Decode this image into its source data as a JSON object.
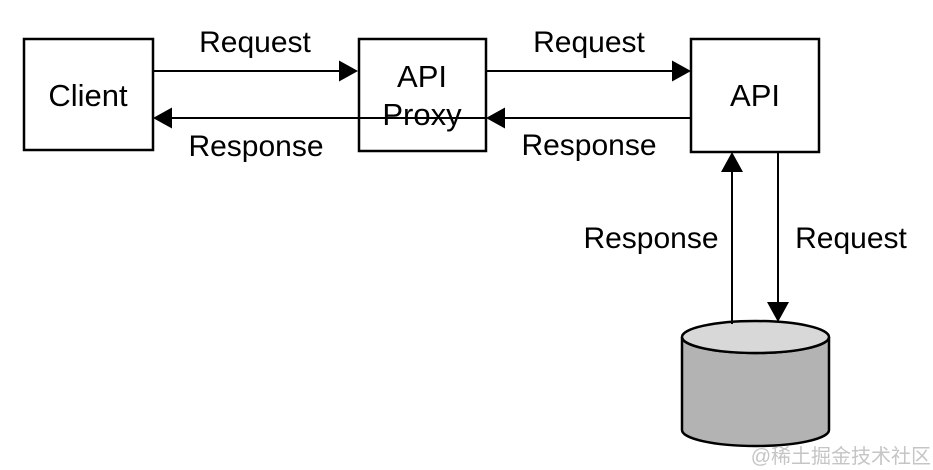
{
  "diagram": {
    "title": "API proxy architecture diagram",
    "nodes": {
      "client": {
        "label": "Client"
      },
      "proxy": {
        "label_line1": "API",
        "label_line2": "Proxy"
      },
      "api": {
        "label": "API"
      },
      "database": {
        "shape": "cylinder"
      }
    },
    "edges": {
      "client_to_proxy": {
        "label": "Request",
        "direction": "right"
      },
      "proxy_to_client": {
        "label": "Response",
        "direction": "left"
      },
      "proxy_to_api": {
        "label": "Request",
        "direction": "right"
      },
      "api_to_proxy": {
        "label": "Response",
        "direction": "left"
      },
      "db_to_api": {
        "label": "Response",
        "direction": "up"
      },
      "api_to_db": {
        "label": "Request",
        "direction": "down"
      }
    },
    "watermark": "@稀土掘金技术社区",
    "colors": {
      "line": "#000000",
      "box_fill": "#ffffff",
      "cylinder_body": "#b3b3b3",
      "cylinder_top": "#d8d8d8",
      "watermark": "#c5c5c5",
      "background": "#ffffff"
    }
  }
}
